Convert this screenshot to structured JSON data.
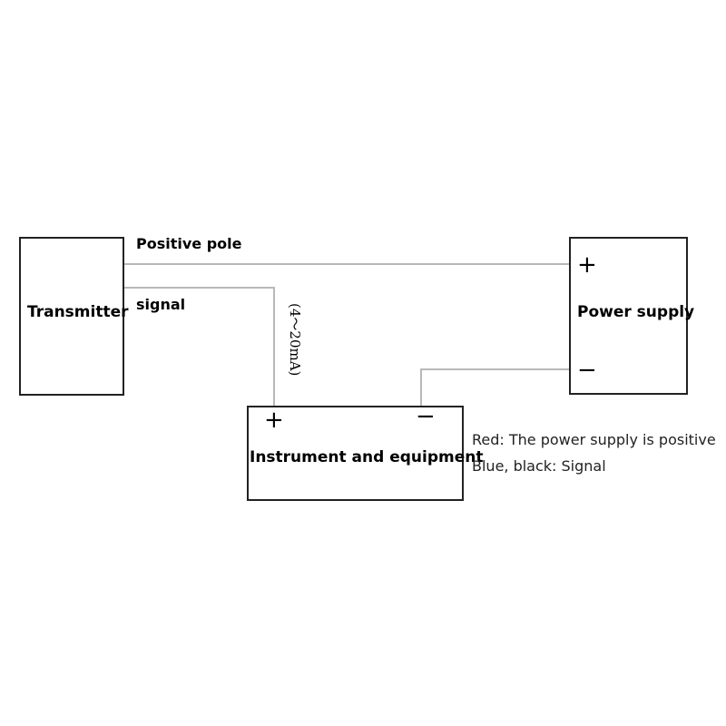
{
  "diagram": {
    "transmitter": {
      "label": "Transmitter"
    },
    "power_supply": {
      "label": "Power supply",
      "positive": "+",
      "negative": "−"
    },
    "instrument": {
      "label": "Instrument and equipment",
      "positive": "+",
      "negative": "−"
    },
    "wires": {
      "positive_pole": "Positive pole",
      "signal": "signal",
      "current_range": "(4～20mA)"
    },
    "legend": {
      "red": "Red: The power supply is positive",
      "blue_black": "Blue, black: Signal"
    }
  }
}
